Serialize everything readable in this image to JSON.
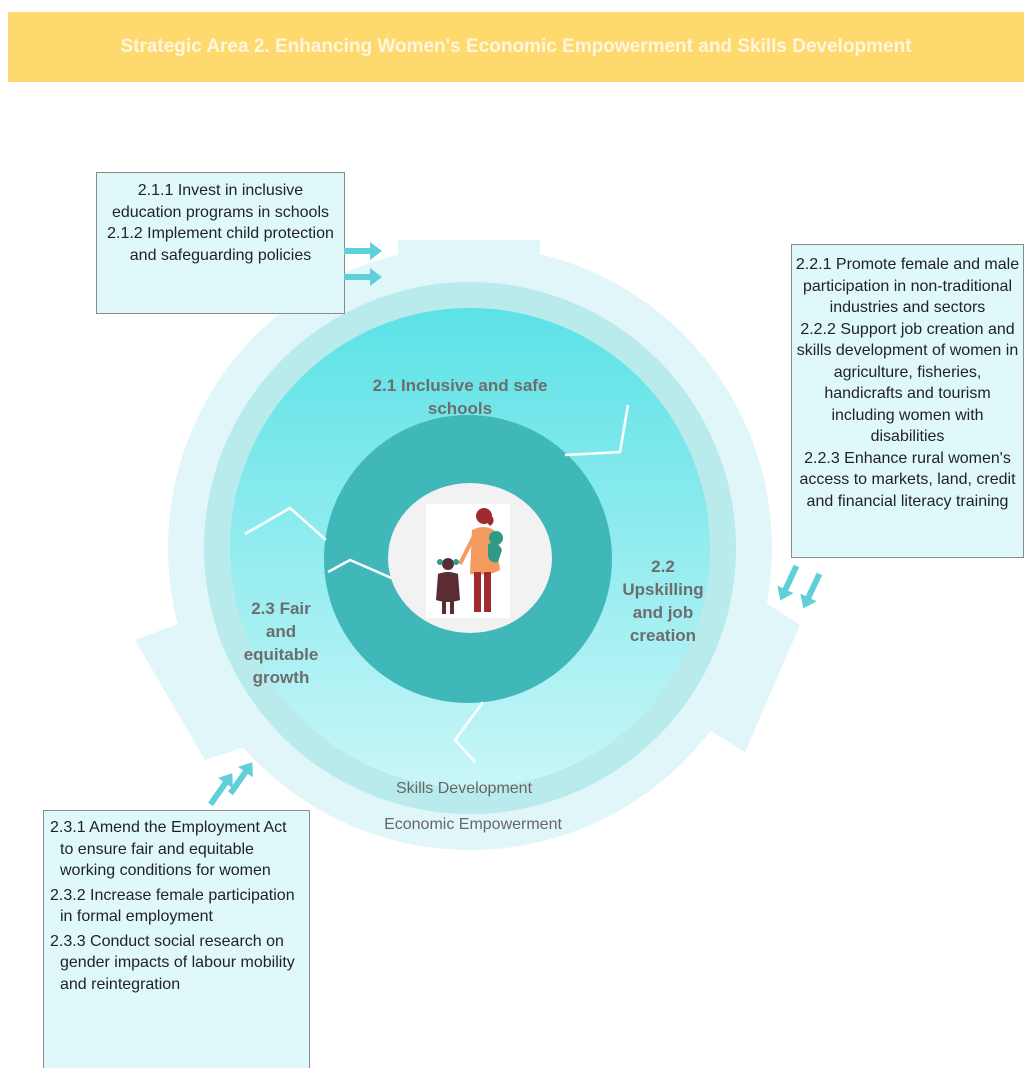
{
  "banner": {
    "title": "Strategic Area 2.  Enhancing Women's Economic Empowerment and Skills Development",
    "color": "#fed96e"
  },
  "colors": {
    "outer_ring": "#e0f6f8",
    "middle_ring": "#b9ebed",
    "inner_gradient_top": "#5be2e6",
    "inner_gradient_bottom": "#c9f6f8",
    "core": "#40b7b9",
    "arrow": "#5fd0da",
    "box_fill": "#dff9fb"
  },
  "segments": [
    {
      "id": "2.1",
      "label_lines": [
        "2.1 Inclusive and safe",
        "schools"
      ]
    },
    {
      "id": "2.2",
      "label_lines": [
        "2.2",
        "Upskilling",
        "and job",
        "creation"
      ]
    },
    {
      "id": "2.3",
      "label_lines": [
        "2.3 Fair",
        "and",
        "equitable",
        "growth"
      ]
    }
  ],
  "rings": {
    "inner": "Skills Development",
    "outer": "Economic Empowerment"
  },
  "boxes": {
    "b21": [
      "2.1.1 Invest in inclusive education programs in schools",
      "2.1.2 Implement child protection and safeguarding policies"
    ],
    "b22": [
      "2.2.1 Promote female and male participation in non-traditional industries and sectors",
      "2.2.2 Support job creation and skills development of women in agriculture, fisheries, handicrafts and tourism including women with disabilities",
      "2.2.3 Enhance rural women's access to markets, land, credit and financial literacy training"
    ],
    "b23": [
      "2.3.1 Amend the Employment Act to ensure fair and equitable working conditions for women",
      "2.3.2 Increase female participation in formal employment",
      "2.3.3 Conduct social research on gender impacts of labour mobility and reintegration"
    ]
  },
  "center_image": {
    "icon": "mother-and-child-icon"
  }
}
